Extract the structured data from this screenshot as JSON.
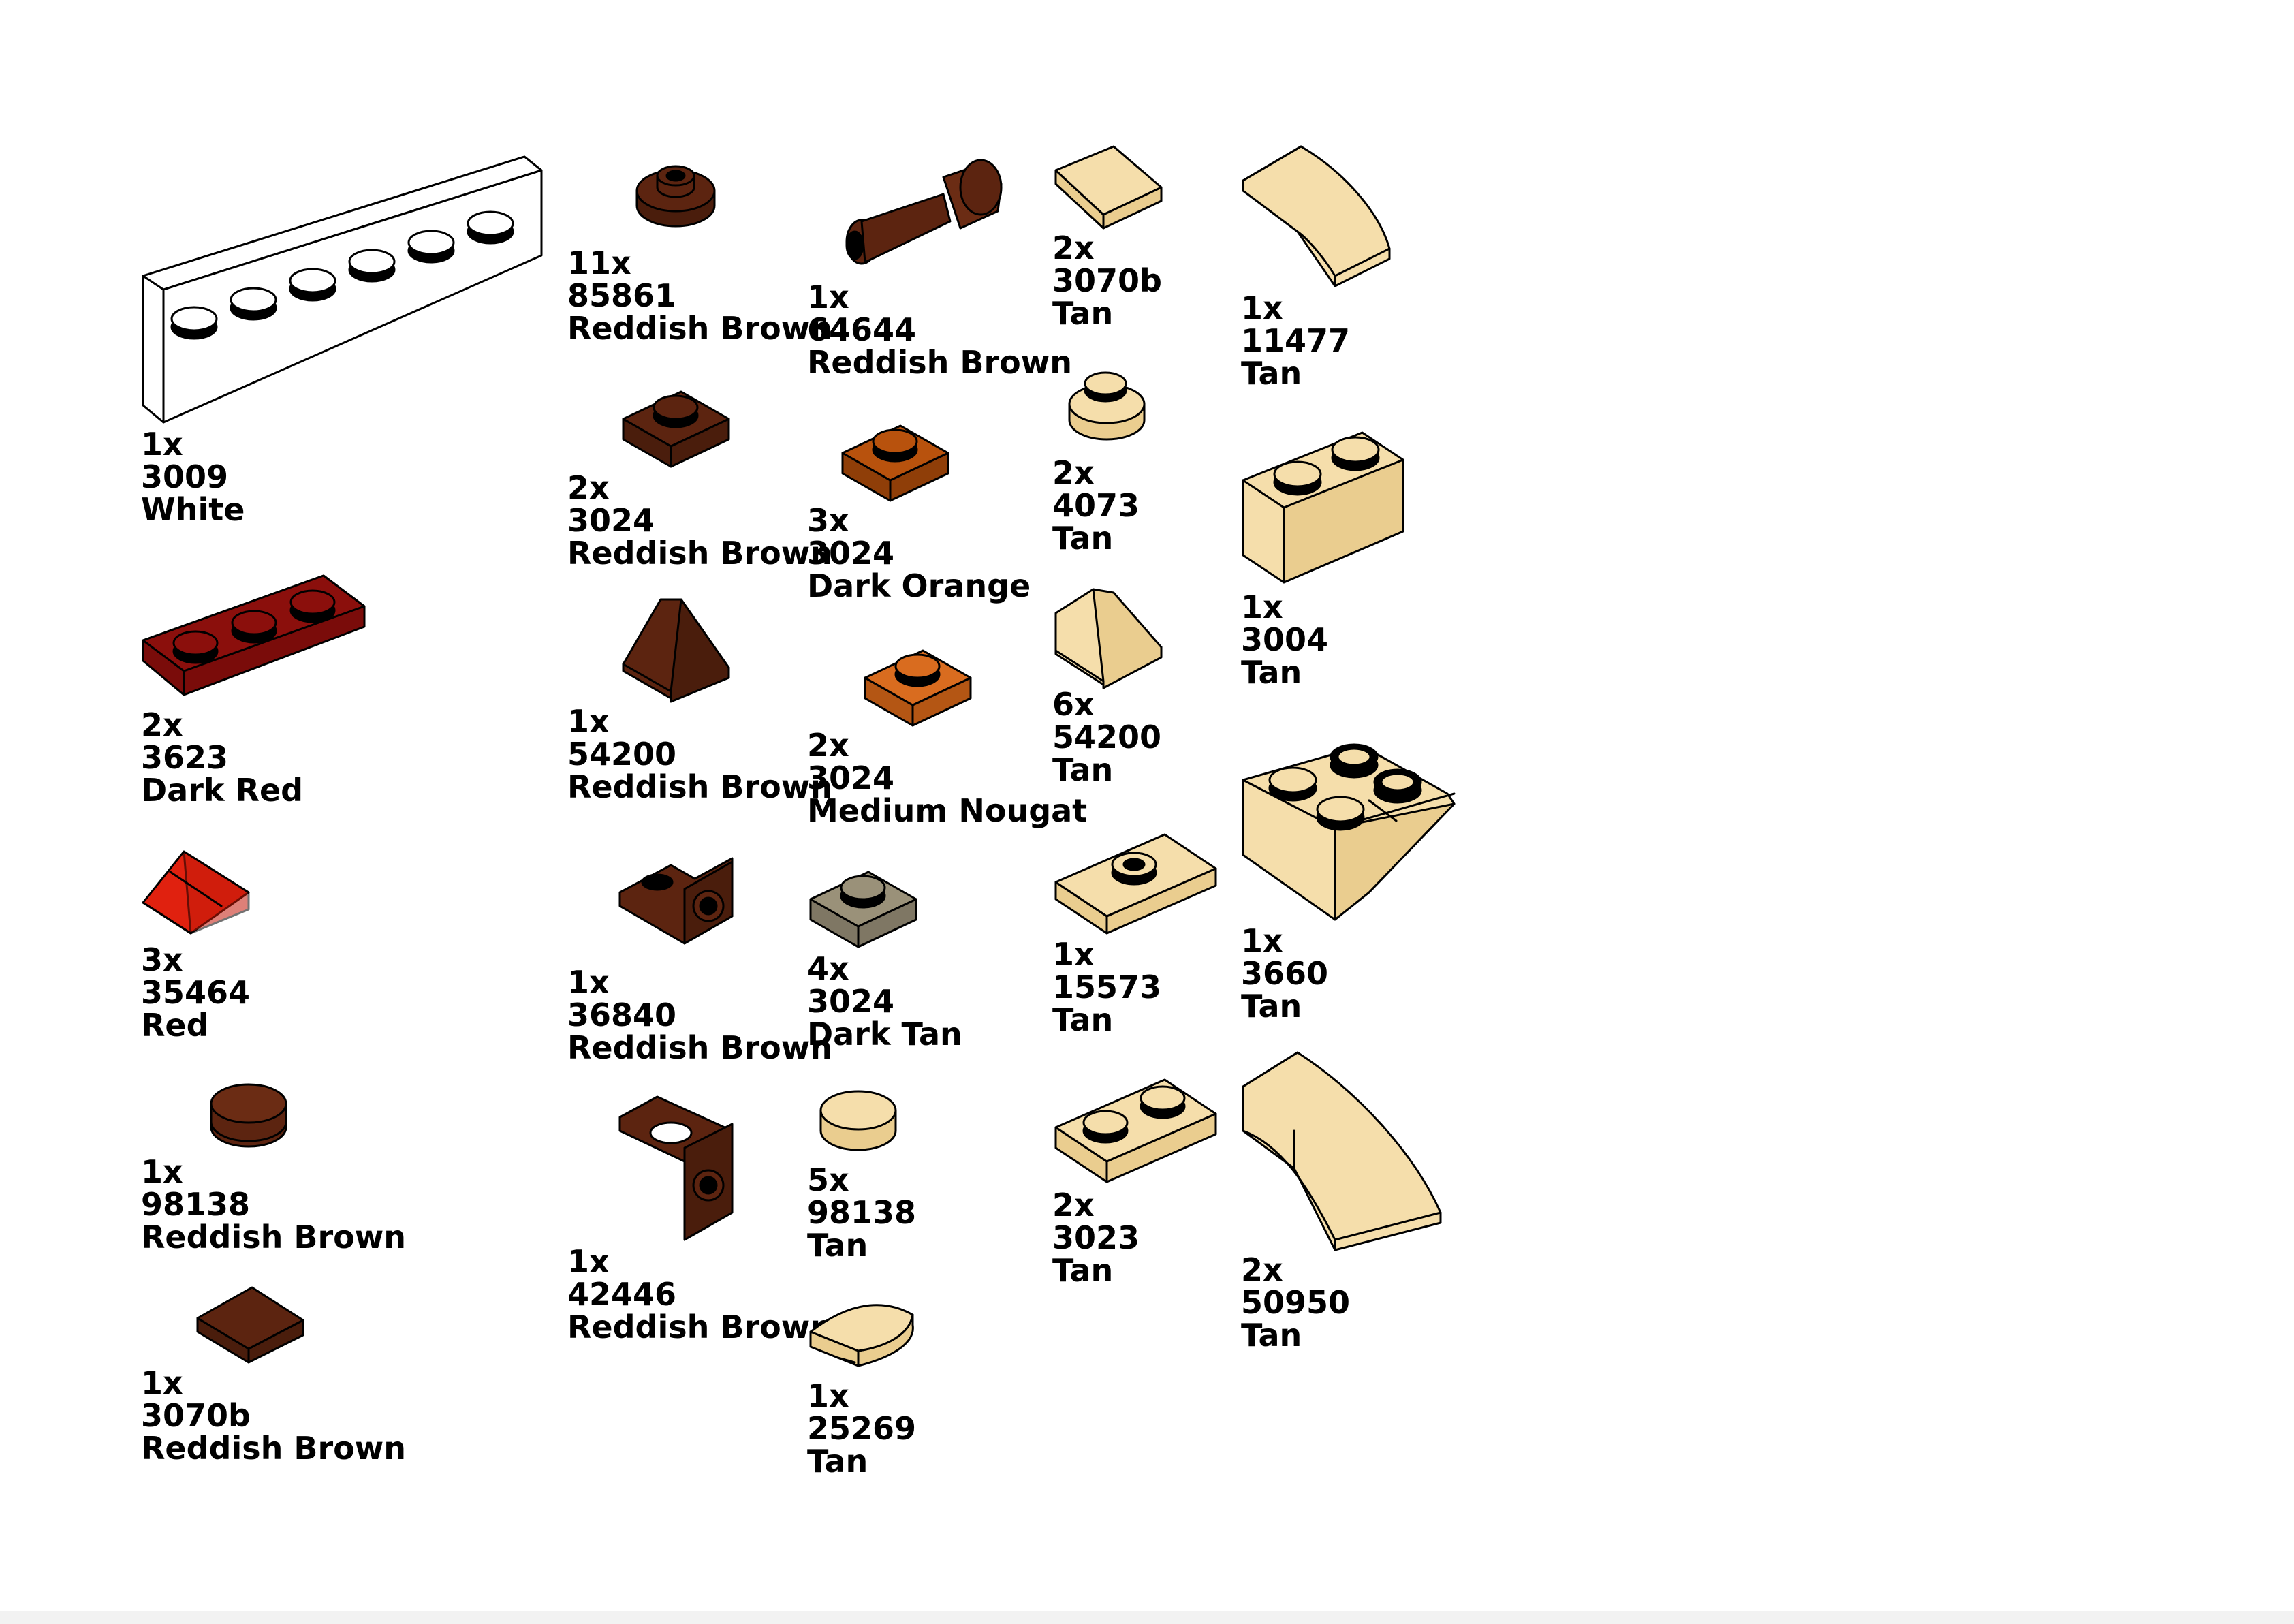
{
  "parts": [
    {
      "qty": "1x",
      "id": "3009",
      "color": "White",
      "fill": "#ffffff"
    },
    {
      "qty": "2x",
      "id": "3623",
      "color": "Dark Red",
      "fill": "#8b0f0c"
    },
    {
      "qty": "3x",
      "id": "35464",
      "color": "Red",
      "fill": "#e0210f"
    },
    {
      "qty": "1x",
      "id": "98138",
      "color": "Reddish Brown",
      "fill": "#5c2410"
    },
    {
      "qty": "1x",
      "id": "3070b",
      "color": "Reddish Brown",
      "fill": "#5c2410"
    },
    {
      "qty": "11x",
      "id": "85861",
      "color": "Reddish Brown",
      "fill": "#5c2410"
    },
    {
      "qty": "2x",
      "id": "3024",
      "color": "Reddish Brown",
      "fill": "#5c2410"
    },
    {
      "qty": "1x",
      "id": "54200",
      "color": "Reddish Brown",
      "fill": "#5c2410"
    },
    {
      "qty": "1x",
      "id": "36840",
      "color": "Reddish Brown",
      "fill": "#5c2410"
    },
    {
      "qty": "1x",
      "id": "42446",
      "color": "Reddish Brown",
      "fill": "#5c2410"
    },
    {
      "qty": "1x",
      "id": "64644",
      "color": "Reddish Brown",
      "fill": "#5c2410"
    },
    {
      "qty": "3x",
      "id": "3024",
      "color": "Dark Orange",
      "fill": "#b8520d"
    },
    {
      "qty": "2x",
      "id": "3024",
      "color": "Medium Nougat",
      "fill": "#d96c1f"
    },
    {
      "qty": "4x",
      "id": "3024",
      "color": "Dark Tan",
      "fill": "#9a9179"
    },
    {
      "qty": "5x",
      "id": "98138",
      "color": "Tan",
      "fill": "#f5deab"
    },
    {
      "qty": "1x",
      "id": "25269",
      "color": "Tan",
      "fill": "#f5deab"
    },
    {
      "qty": "2x",
      "id": "3070b",
      "color": "Tan",
      "fill": "#f5deab"
    },
    {
      "qty": "2x",
      "id": "4073",
      "color": "Tan",
      "fill": "#f5deab"
    },
    {
      "qty": "6x",
      "id": "54200",
      "color": "Tan",
      "fill": "#f5deab"
    },
    {
      "qty": "1x",
      "id": "15573",
      "color": "Tan",
      "fill": "#f5deab"
    },
    {
      "qty": "2x",
      "id": "3023",
      "color": "Tan",
      "fill": "#f5deab"
    },
    {
      "qty": "1x",
      "id": "11477",
      "color": "Tan",
      "fill": "#f5deab"
    },
    {
      "qty": "1x",
      "id": "3004",
      "color": "Tan",
      "fill": "#f5deab"
    },
    {
      "qty": "1x",
      "id": "3660",
      "color": "Tan",
      "fill": "#f5deab"
    },
    {
      "qty": "2x",
      "id": "50950",
      "color": "Tan",
      "fill": "#f5deab"
    }
  ]
}
